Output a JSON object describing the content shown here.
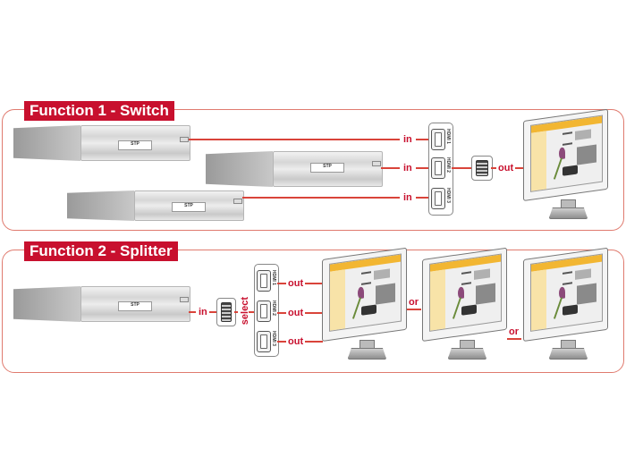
{
  "section1": {
    "title": "Function 1 - Switch",
    "sources": [
      {
        "device_label": "STP",
        "connector": "in",
        "port": "HDMI 1"
      },
      {
        "device_label": "STP",
        "connector": "in",
        "port": "HDMI 2"
      },
      {
        "device_label": "STP",
        "connector": "in",
        "port": "HDMI 3"
      }
    ],
    "output_adapter": "HDMI",
    "output_label": "out",
    "display": "monitor"
  },
  "section2": {
    "title": "Function 2 - Splitter",
    "source": {
      "device_label": "STP",
      "connector": "in"
    },
    "input_adapter": "HDMI",
    "select_label": "select",
    "ports": [
      {
        "port": "HDMI 1",
        "connector": "out"
      },
      {
        "port": "HDMI 2",
        "connector": "out"
      },
      {
        "port": "HDMI 3",
        "connector": "out"
      }
    ],
    "or_labels": [
      "or",
      "or"
    ],
    "displays": [
      "monitor",
      "monitor",
      "monitor"
    ]
  },
  "colors": {
    "accent": "#c8102e",
    "frame": "#e07b6f",
    "screen_header": "#f2b632"
  }
}
